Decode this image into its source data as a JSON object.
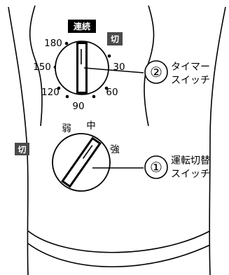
{
  "timer_switch": {
    "continuous_badge": "連続",
    "off_badge": "切",
    "ticks": [
      "180",
      "150",
      "120",
      "90",
      "60",
      "30"
    ],
    "callout_number": "②",
    "callout_line1": "タイマー",
    "callout_line2": "スイッチ"
  },
  "mode_switch": {
    "off_badge": "切",
    "weak": "弱",
    "medium": "中",
    "strong": "強",
    "callout_number": "①",
    "callout_line1": "運転切替",
    "callout_line2": "スイッチ"
  }
}
